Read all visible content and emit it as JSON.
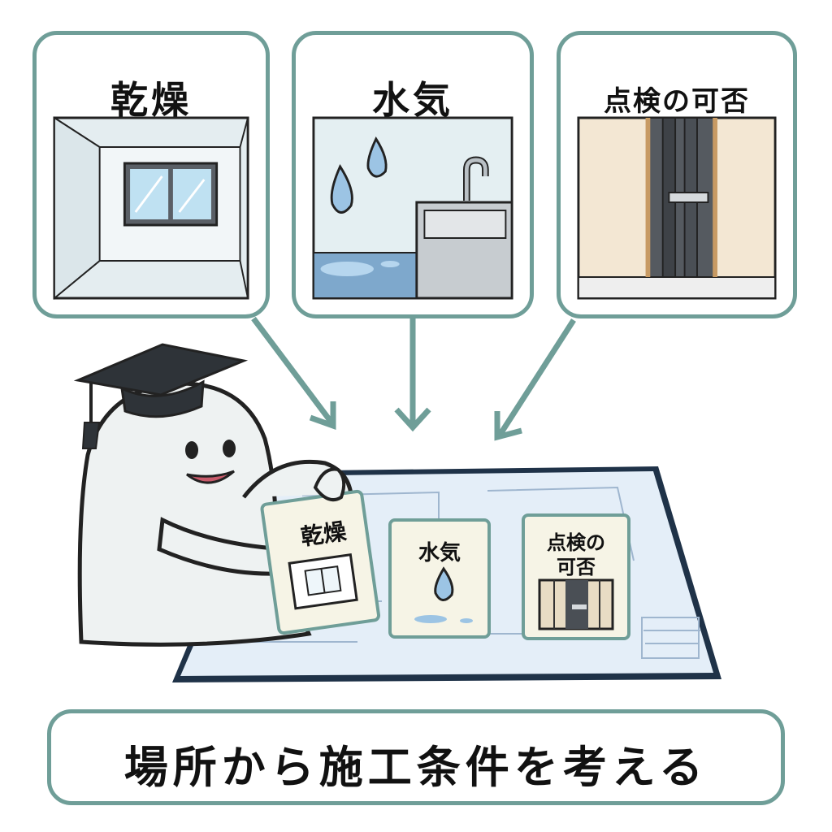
{
  "panels": {
    "dry": {
      "title": "乾燥"
    },
    "moisture": {
      "title": "水気"
    },
    "inspection": {
      "title": "点検の可否"
    }
  },
  "cards": {
    "dry": "乾燥",
    "moisture": "水気",
    "inspection_line1": "点検の",
    "inspection_line2": "可否"
  },
  "caption": "場所から施工条件を考える",
  "colors": {
    "frame": "#6f9e98",
    "water": "#9cc4e4",
    "blueprint": "#e8f0f8",
    "character": "#eef2f2"
  },
  "icons": [
    "window-icon",
    "water-drop-icon",
    "pipe-shaft-icon",
    "graduation-cap-icon"
  ]
}
